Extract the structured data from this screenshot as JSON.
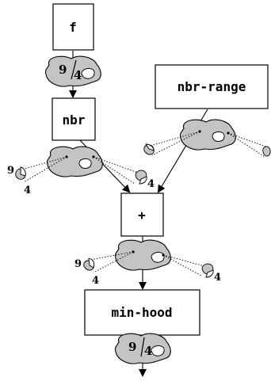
{
  "diagram": {
    "nodes": {
      "f": "f",
      "nbr": "nbr",
      "nbr_range": "nbr-range",
      "plus": "+",
      "min_hood": "min-hood"
    },
    "fields": {
      "top": {
        "left": "9",
        "right": "4"
      },
      "nbr": {
        "left": "9",
        "right": "4"
      },
      "plus": {
        "left": "9",
        "right": "4"
      },
      "bottom": {
        "left": "9",
        "right": "4"
      }
    },
    "colors": {
      "region_fill": "#c4c4c4",
      "stroke": "#000000"
    }
  }
}
